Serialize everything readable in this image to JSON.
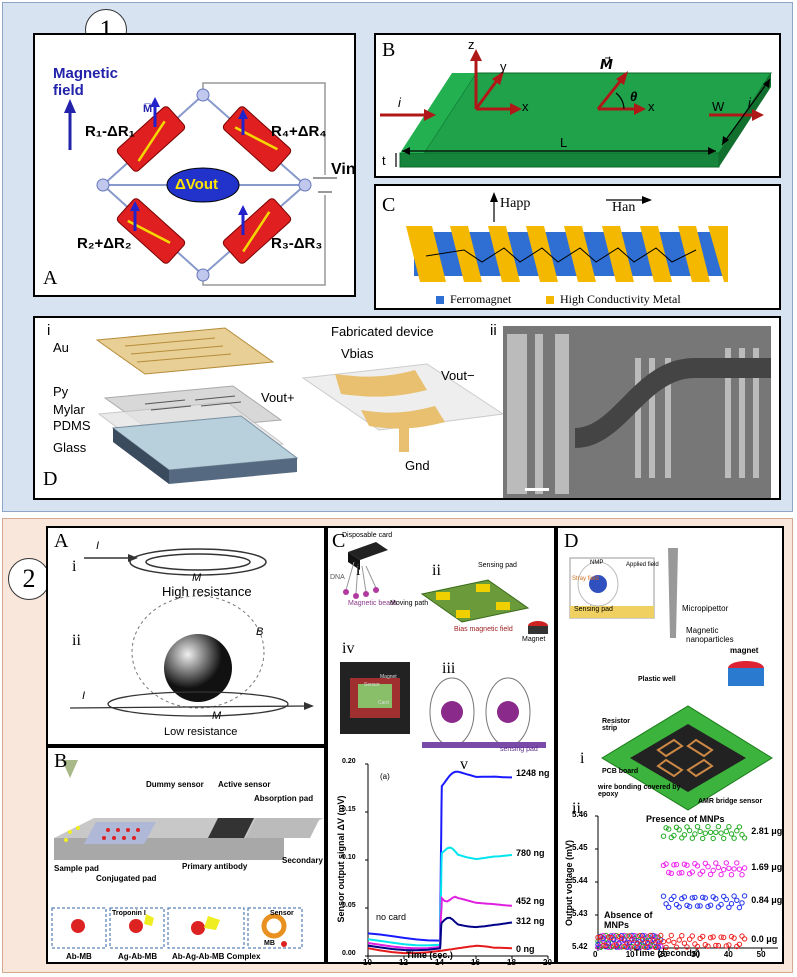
{
  "sec1": {
    "num": "1",
    "A": {
      "letter": "A",
      "field_label1": "Magnetic",
      "field_label2": "field",
      "m_label": "M̅",
      "r1": "R₁-ΔR₁",
      "r2": "R₂+ΔR₂",
      "r3": "R₃-ΔR₃",
      "r4": "R₄+ΔR₄",
      "vout": "ΔVout",
      "vin": "Vin"
    },
    "B": {
      "letter": "B",
      "z": "z",
      "y": "y",
      "x1": "x",
      "x2": "x",
      "M": "M⃗",
      "theta": "θ",
      "i_left": "i",
      "i_right": "i",
      "L": "L",
      "W": "W",
      "t": "t"
    },
    "C": {
      "letter": "C",
      "happ": "Happ",
      "han": "Han",
      "legend1": "Ferromagnet",
      "legend2": "High Conductivity Metal"
    },
    "D": {
      "letter": "D",
      "i": "i",
      "ii": "ii",
      "au": "Au",
      "py": "Py",
      "mylar": "Mylar",
      "pdms": "PDMS",
      "glass": "Glass",
      "fab": "Fabricated device",
      "vbias": "Vbias",
      "voutm": "Vout−",
      "voutp": "Vout+",
      "gnd": "Gnd"
    }
  },
  "sec2": {
    "num": "2",
    "A": {
      "letter": "A",
      "i": "i",
      "ii": "ii",
      "I1": "I",
      "M1": "M",
      "high": "High resistance",
      "low": "Low resistance",
      "B": "B",
      "I2": "I",
      "M2": "M"
    },
    "B": {
      "letter": "B",
      "dummy": "Dummy sensor",
      "active": "Active sensor",
      "absorption": "Absorption pad",
      "sample": "Sample pad",
      "conj": "Conjugated pad",
      "primary": "Primary antibody",
      "secondary": "Secondary antibody",
      "troponin": "Troponin I",
      "sensor": "Sensor",
      "mb": "MB",
      "abmb": "Ab-MB",
      "agabmb": "Ag-Ab-MB",
      "complex": "Ab-Ag-Ab-MB Complex"
    },
    "C": {
      "letter": "C",
      "i": "i",
      "ii": "ii",
      "iii": "iii",
      "iv": "iv",
      "v": "v",
      "disposable": "Disposable card",
      "dna": "DNA",
      "beads": "Magnetic beads",
      "moving": "Moving path",
      "sensing": "Sensing pad",
      "bias": "Bias magnetic field",
      "magnet": "Magnet",
      "sensor": "Sensor",
      "magnet2": "Magnet",
      "card": "Card",
      "sensing2": "sensing pad"
    },
    "D": {
      "letter": "D",
      "i": "i",
      "ii": "ii",
      "nmp": "NMP",
      "stray": "Stray field",
      "applied": "Applied field",
      "sensing": "Sensing pad",
      "micropip": "Micropipettor",
      "mnp": "Magnetic nanoparticles",
      "magnet": "magnet",
      "plastic": "Plastic well",
      "resistor": "Resistor strip",
      "pcb": "PCB board",
      "wire": "wire bonding covered by epoxy",
      "amr": "AMR bridge sensor"
    }
  },
  "chart_data": [
    {
      "type": "line",
      "title": "(a)",
      "xlabel": "Time (sec.)",
      "ylabel": "Sensor output signal ΔV (mV)",
      "xlim": [
        10,
        20
      ],
      "ylim": [
        0,
        0.2
      ],
      "xticks": [
        "10",
        "12",
        "14",
        "16",
        "18",
        "20"
      ],
      "yticks": [
        "0.00",
        "0.05",
        "0.10",
        "0.15",
        "0.20"
      ],
      "annotation": "no card",
      "series": [
        {
          "name": "1248 ng",
          "color": "#1a1aff",
          "x": [
            10,
            14,
            14.1,
            15,
            16,
            17,
            18
          ],
          "y": [
            0.02,
            0.02,
            0.18,
            0.19,
            0.188,
            0.19,
            0.19
          ]
        },
        {
          "name": "780 ng",
          "color": "#00e5ee",
          "x": [
            10,
            14,
            14.1,
            15,
            16,
            17,
            18
          ],
          "y": [
            0.015,
            0.015,
            0.11,
            0.108,
            0.105,
            0.107,
            0.106
          ]
        },
        {
          "name": "452 ng",
          "color": "#e020e0",
          "x": [
            10,
            14,
            14.1,
            15,
            16,
            17,
            18
          ],
          "y": [
            0.012,
            0.012,
            0.062,
            0.057,
            0.055,
            0.056,
            0.056
          ]
        },
        {
          "name": "312 ng",
          "color": "#000088",
          "x": [
            10,
            14,
            14.1,
            15,
            16,
            17,
            18
          ],
          "y": [
            0.01,
            0.01,
            0.036,
            0.036,
            0.034,
            0.035,
            0.035
          ]
        },
        {
          "name": "0 ng",
          "color": "#e51a1a",
          "x": [
            10,
            14,
            15,
            16,
            17,
            18
          ],
          "y": [
            0.008,
            0.006,
            0.006,
            0.007,
            0.005,
            0.006
          ]
        }
      ]
    },
    {
      "type": "scatter",
      "xlabel": "Time (seconds)",
      "ylabel": "Output voltage (mV)",
      "xlim": [
        0,
        55
      ],
      "ylim": [
        5.42,
        5.46
      ],
      "xticks": [
        "0",
        "10",
        "20",
        "30",
        "40",
        "50"
      ],
      "yticks": [
        "5.42",
        "5.43",
        "5.44",
        "5.45",
        "5.46"
      ],
      "annotation1": "Presence of MNPs",
      "annotation2": "Absence of MNPs",
      "series": [
        {
          "name": "2.81 μg",
          "color": "#22aa22",
          "x0": 0,
          "x1": 45,
          "step": 20,
          "low": 5.422,
          "high": 5.455
        },
        {
          "name": "1.69 μg",
          "color": "#ee22ee",
          "x0": 0,
          "x1": 45,
          "step": 20,
          "low": 5.422,
          "high": 5.444
        },
        {
          "name": "0.84 μg",
          "color": "#2233ee",
          "x0": 0,
          "x1": 45,
          "step": 20,
          "low": 5.422,
          "high": 5.434
        },
        {
          "name": "0.0 μg",
          "color": "#ee2222",
          "x0": 0,
          "x1": 45,
          "step": 20,
          "low": 5.422,
          "high": 5.422
        }
      ]
    }
  ]
}
